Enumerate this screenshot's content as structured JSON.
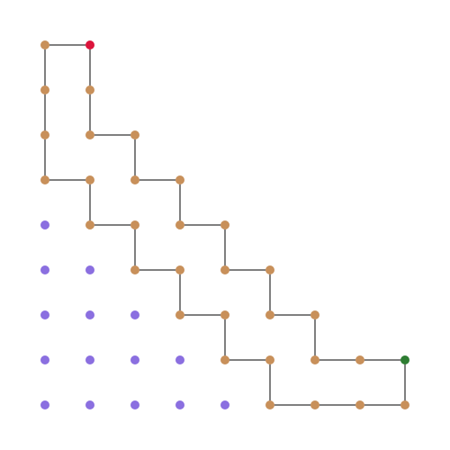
{
  "colors": {
    "background": "#ffffff",
    "path_line": "#000000",
    "path_dot": "#c8905a",
    "free_dot": "#8b6fe0",
    "start_dot": "#dc143c",
    "end_dot": "#2e7d32"
  },
  "grid": {
    "columns": 9,
    "rows": 9
  },
  "free_cells": [
    {
      "col": 0,
      "row": 4
    },
    {
      "col": 0,
      "row": 5
    },
    {
      "col": 1,
      "row": 5
    },
    {
      "col": 0,
      "row": 6
    },
    {
      "col": 1,
      "row": 6
    },
    {
      "col": 2,
      "row": 6
    },
    {
      "col": 0,
      "row": 7
    },
    {
      "col": 1,
      "row": 7
    },
    {
      "col": 2,
      "row": 7
    },
    {
      "col": 3,
      "row": 7
    },
    {
      "col": 0,
      "row": 8
    },
    {
      "col": 1,
      "row": 8
    },
    {
      "col": 2,
      "row": 8
    },
    {
      "col": 3,
      "row": 8
    },
    {
      "col": 4,
      "row": 8
    }
  ],
  "path_cells": [
    {
      "col": 1,
      "row": 0
    },
    {
      "col": 1,
      "row": 1
    },
    {
      "col": 1,
      "row": 2
    },
    {
      "col": 2,
      "row": 2
    },
    {
      "col": 2,
      "row": 3
    },
    {
      "col": 3,
      "row": 3
    },
    {
      "col": 3,
      "row": 4
    },
    {
      "col": 4,
      "row": 4
    },
    {
      "col": 4,
      "row": 5
    },
    {
      "col": 5,
      "row": 5
    },
    {
      "col": 5,
      "row": 6
    },
    {
      "col": 6,
      "row": 6
    },
    {
      "col": 6,
      "row": 7
    },
    {
      "col": 7,
      "row": 7
    },
    {
      "col": 8,
      "row": 7
    },
    {
      "col": 8,
      "row": 8
    },
    {
      "col": 7,
      "row": 8
    },
    {
      "col": 6,
      "row": 8
    },
    {
      "col": 5,
      "row": 8
    },
    {
      "col": 5,
      "row": 7
    },
    {
      "col": 4,
      "row": 7
    },
    {
      "col": 4,
      "row": 6
    },
    {
      "col": 3,
      "row": 6
    },
    {
      "col": 3,
      "row": 5
    },
    {
      "col": 2,
      "row": 5
    },
    {
      "col": 2,
      "row": 4
    },
    {
      "col": 1,
      "row": 4
    },
    {
      "col": 1,
      "row": 3
    },
    {
      "col": 0,
      "row": 3
    },
    {
      "col": 0,
      "row": 2
    },
    {
      "col": 0,
      "row": 1
    },
    {
      "col": 0,
      "row": 0
    }
  ],
  "start_cell": {
    "col": 1,
    "row": 0
  },
  "end_cell": {
    "col": 8,
    "row": 7
  }
}
